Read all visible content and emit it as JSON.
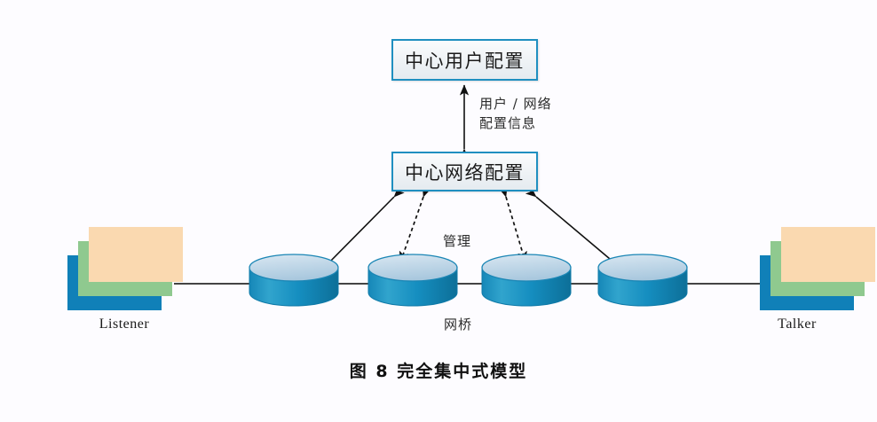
{
  "figure": {
    "caption": "图 8  完全集中式模型",
    "background_color": "#fdfcff"
  },
  "boxes": [
    {
      "id": "central-user-config",
      "label": "中心用户配置",
      "border_color": "#1f8fc0",
      "fill_color": "#eef2f5"
    },
    {
      "id": "central-network-config",
      "label": "中心网络配置",
      "border_color": "#1f8fc0",
      "fill_color": "#eef2f5"
    }
  ],
  "labels": {
    "user_network_line1": "用户 / 网络",
    "user_network_line2": "配置信息",
    "manage": "管理",
    "bridge": "网桥"
  },
  "endpoints": [
    {
      "id": "listener",
      "label": "Listener",
      "side": "left"
    },
    {
      "id": "talker",
      "label": "Talker",
      "side": "right"
    }
  ],
  "bridges": [
    {
      "index": 1,
      "link_style": "solid",
      "link_arrows": "double"
    },
    {
      "index": 2,
      "link_style": "dashed",
      "link_arrows": "double"
    },
    {
      "index": 3,
      "link_style": "dashed",
      "link_arrows": "double"
    },
    {
      "index": 4,
      "link_style": "solid",
      "link_arrows": "double"
    }
  ],
  "connectors": [
    {
      "id": "user-to-network",
      "from": "central-network-config",
      "to": "central-user-config",
      "style": "solid",
      "arrows": "double",
      "label": "用户 / 网络 配置信息"
    },
    {
      "id": "net-to-bridge-1",
      "from": "central-network-config",
      "to": "bridge-1",
      "style": "solid",
      "arrows": "double"
    },
    {
      "id": "net-to-bridge-2",
      "from": "central-network-config",
      "to": "bridge-2",
      "style": "dashed",
      "arrows": "double",
      "label": "管理"
    },
    {
      "id": "net-to-bridge-3",
      "from": "central-network-config",
      "to": "bridge-3",
      "style": "dashed",
      "arrows": "double",
      "label": "管理"
    },
    {
      "id": "net-to-bridge-4",
      "from": "central-network-config",
      "to": "bridge-4",
      "style": "solid",
      "arrows": "double"
    }
  ],
  "colors": {
    "box_border": "#1f8fc0",
    "box_fill": "#eef2f5",
    "cylinder_body": "#1a8cbf",
    "cylinder_top": "#bcd6e8",
    "cylinder_edge": "#1172a0",
    "endpoint_blue": "#1080b8",
    "endpoint_green": "#8fc98f",
    "endpoint_peach": "#fad9b0",
    "backbone_line": "#444444",
    "arrow": "#111111",
    "text": "#1a1a1a"
  }
}
